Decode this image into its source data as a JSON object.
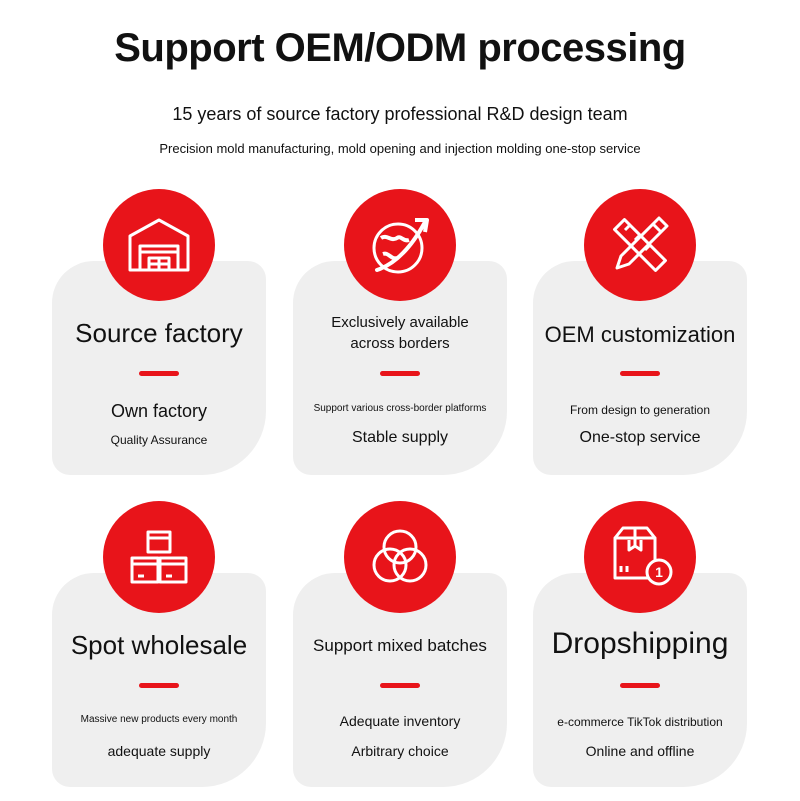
{
  "header": {
    "title": "Support OEM/ODM processing",
    "subtitle": "15 years of source factory professional R&D design team",
    "tagline": "Precision mold manufacturing, mold opening and injection molding one-stop service"
  },
  "accent_color": "#e8141a",
  "card_background": "#efefef",
  "cards": [
    {
      "icon": "warehouse-icon",
      "title": "Source factory",
      "line1": "Own factory",
      "line2": "Quality Assurance"
    },
    {
      "icon": "globe-arrow-icon",
      "title_line1": "Exclusively available",
      "title_line2": "across borders",
      "line1": "Support various cross-border platforms",
      "line2": "Stable supply"
    },
    {
      "icon": "pencil-ruler-icon",
      "title": "OEM customization",
      "line1": "From design to generation",
      "line2": "One-stop service"
    },
    {
      "icon": "stacked-boxes-icon",
      "title": "Spot wholesale",
      "line1": "Massive new products every month",
      "line2": "adequate supply"
    },
    {
      "icon": "overlapping-circles-icon",
      "title": "Support mixed batches",
      "line1": "Adequate inventory",
      "line2": "Arbitrary choice"
    },
    {
      "icon": "package-badge-icon",
      "title": "Dropshipping",
      "badge": "1",
      "line1": "e-commerce TikTok distribution",
      "line2": "Online and offline"
    }
  ]
}
